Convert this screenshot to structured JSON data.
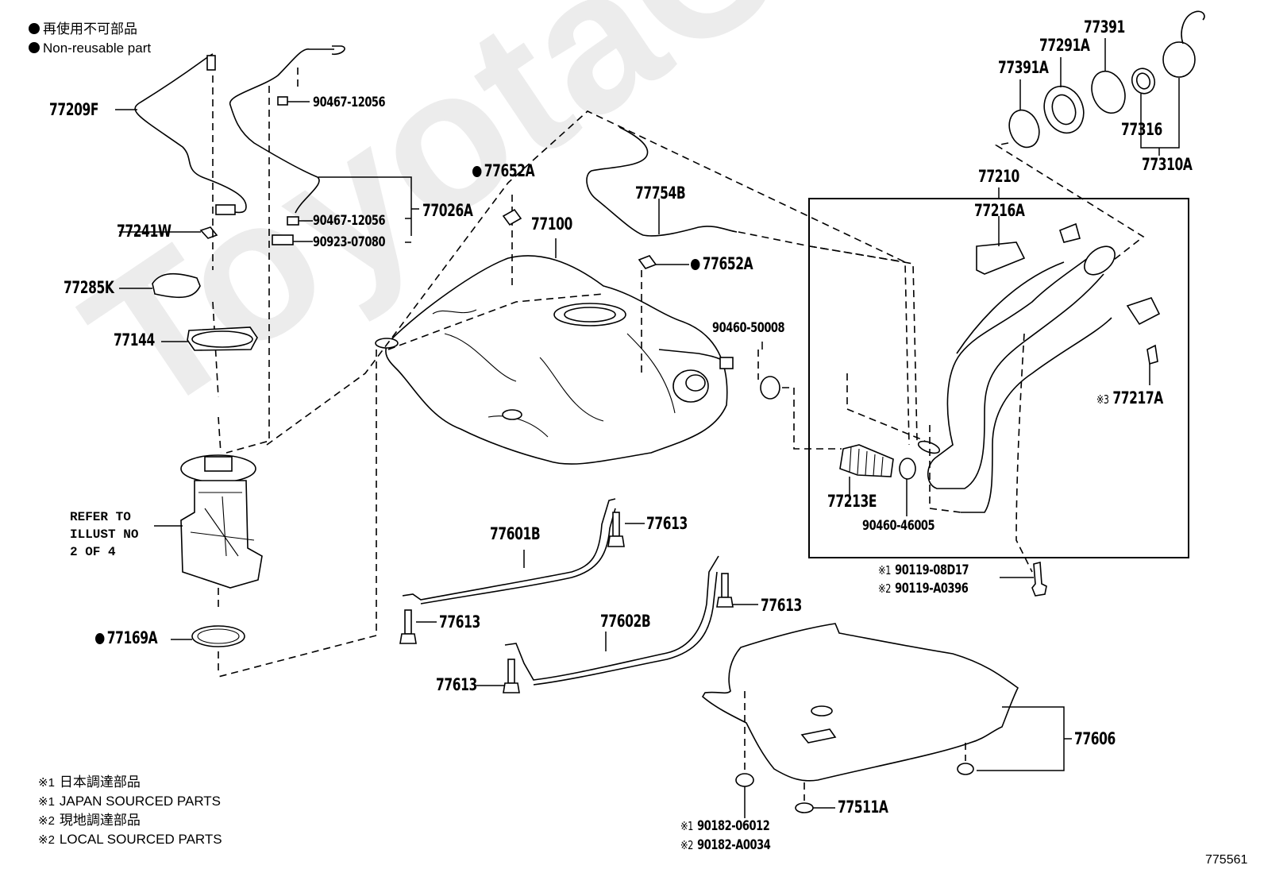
{
  "legend_top": {
    "jp": "再使用不可部品",
    "en": "Non-reusable part",
    "symbol": "filled-circle"
  },
  "watermark": "ToyotaCarMine.ru",
  "labels": {
    "p77209F": "77209F",
    "p90467_top": "90467-12056",
    "p77241W": "77241W",
    "p90467_bot": "90467-12056",
    "p90923": "90923-07080",
    "p77026A": "77026A",
    "p77285K": "77285K",
    "p77144": "77144",
    "refer": "REFER TO\nILLUST NO\n2 OF 4",
    "p77169A": "77169A",
    "p77652A_1": "77652A",
    "p77100": "77100",
    "p77754B": "77754B",
    "p77652A_2": "77652A",
    "p90460_50008": "90460-50008",
    "p77391": "77391",
    "p77291A": "77291A",
    "p77391A": "77391A",
    "p77316": "77316",
    "p77310A": "77310A",
    "p77210": "77210",
    "p77216A": "77216A",
    "p77217A": "77217A",
    "p77217A_mark": "※3",
    "p77213E": "77213E",
    "p90460_46005": "90460-46005",
    "p90119_1": "90119-08D17",
    "p90119_1_mark": "※1",
    "p90119_2": "90119-A0396",
    "p90119_2_mark": "※2",
    "p77613_a": "77613",
    "p77601B": "77601B",
    "p77613_b": "77613",
    "p77602B": "77602B",
    "p77613_c": "77613",
    "p77613_d": "77613",
    "p77606": "77606",
    "p77511A": "77511A",
    "p90182_1": "90182-06012",
    "p90182_1_mark": "※1",
    "p90182_2": "90182-A0034",
    "p90182_2_mark": "※2"
  },
  "non_reusable": [
    "77169A",
    "77652A"
  ],
  "legend_bottom": [
    {
      "mark": "※1",
      "text": "日本調達部品"
    },
    {
      "mark": "※1",
      "text": "JAPAN SOURCED PARTS"
    },
    {
      "mark": "※2",
      "text": "現地調達部品"
    },
    {
      "mark": "※2",
      "text": "LOCAL SOURCED PARTS"
    }
  ],
  "illustration_number": "775561"
}
